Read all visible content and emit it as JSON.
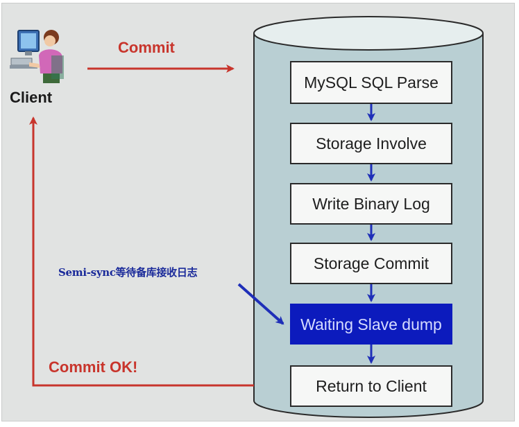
{
  "client": {
    "label": "Client"
  },
  "arrows": {
    "commit_label": "Commit",
    "commit_ok_label": "Commit OK!"
  },
  "annotation": {
    "text": "Semi-sync等待备库接收日志"
  },
  "steps": [
    {
      "label": "MySQL SQL Parse",
      "highlight": false
    },
    {
      "label": "Storage Involve",
      "highlight": false
    },
    {
      "label": "Write Binary Log",
      "highlight": false
    },
    {
      "label": "Storage Commit",
      "highlight": false
    },
    {
      "label": "Waiting Slave dump",
      "highlight": true
    },
    {
      "label": "Return to Client",
      "highlight": false
    }
  ],
  "colors": {
    "background": "#e1e3e2",
    "cylinder": "#b9cfd3",
    "red_arrow": "#c8352c",
    "blue_arrow": "#1f2fb8",
    "highlight": "#0c1bbd"
  }
}
